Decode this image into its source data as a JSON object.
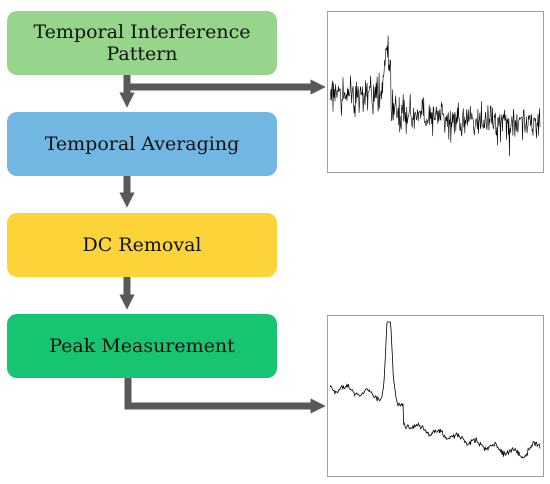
{
  "steps": [
    {
      "label": "Temporal Interference Pattern",
      "color": "#97d48c"
    },
    {
      "label": "Temporal Averaging",
      "color": "#72b6e2"
    },
    {
      "label": "DC Removal",
      "color": "#fdd33a"
    },
    {
      "label": "Peak Measurement",
      "color": "#17c472"
    }
  ],
  "colors": {
    "arrow": "#595959",
    "signal": "#000000",
    "panel_border": "#a0a0a0"
  },
  "panels": [
    {
      "name": "raw-signal-plot",
      "kind": "noisy"
    },
    {
      "name": "processed-signal-plot",
      "kind": "smooth"
    }
  ]
}
